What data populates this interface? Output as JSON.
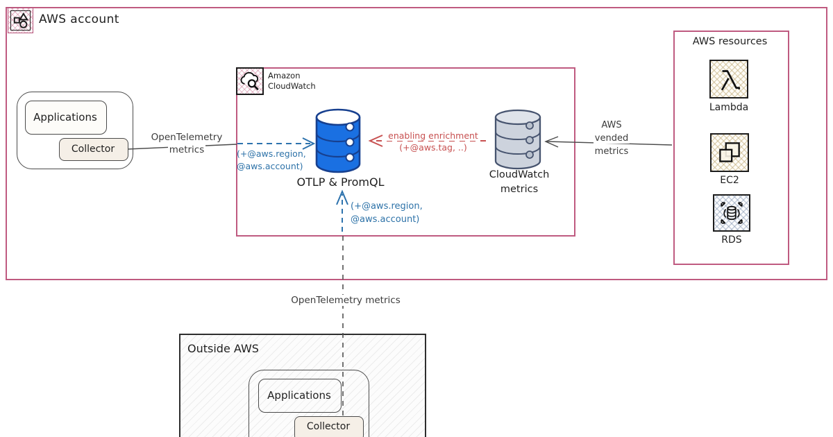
{
  "diagram": {
    "aws_account": {
      "title": "AWS account"
    },
    "app_group": {
      "applications": "Applications",
      "collector": "Collector"
    },
    "cloudwatch": {
      "service_line1": "Amazon",
      "service_line2": "CloudWatch",
      "otlp_db": "OTLP & PromQL",
      "cw_db_line1": "CloudWatch",
      "cw_db_line2": "metrics"
    },
    "labels": {
      "otel_left_line1": "OpenTelemetry",
      "otel_left_line2": "metrics",
      "region_account_1": "(+@aws.region,",
      "region_account_2": "@aws.account)",
      "enrich_1": "enabling enrichment",
      "enrich_2": "(+@aws.tag, ..)",
      "vended_1": "AWS",
      "vended_2": "vended",
      "vended_3": "metrics",
      "otel_bottom": "OpenTelemetry metrics"
    },
    "resources": {
      "title": "AWS resources",
      "lambda": "Lambda",
      "ec2": "EC2",
      "rds": "RDS"
    },
    "outside": {
      "title": "Outside AWS",
      "applications": "Applications",
      "collector": "Collector"
    },
    "colors": {
      "pink_border": "#bf5a80",
      "dark_stroke": "#2e2e2e",
      "blue_accent": "#2d72a8",
      "red_accent": "#c75050",
      "db_blue_fill": "#1a70e2",
      "db_blue_stroke": "#17408f",
      "db_gray_fill": "#cdd3dd",
      "db_gray_stroke": "#47546f"
    },
    "edges": [
      {
        "from": "collector",
        "to": "otlp-promql-db",
        "label": "OpenTelemetry metrics (+@aws.region, @aws.account)",
        "style": "solid then dashed blue"
      },
      {
        "from": "cloudwatch-metrics-db",
        "to": "otlp-promql-db",
        "label": "enabling enrichment (+@aws.tag, ..)",
        "style": "dashed red"
      },
      {
        "from": "aws-resources",
        "to": "cloudwatch-metrics-db",
        "label": "AWS vended metrics",
        "style": "solid"
      },
      {
        "from": "outside-aws-collector",
        "to": "otlp-promql-db",
        "label": "OpenTelemetry metrics (+@aws.region, @aws.account)",
        "style": "dashed"
      }
    ]
  }
}
